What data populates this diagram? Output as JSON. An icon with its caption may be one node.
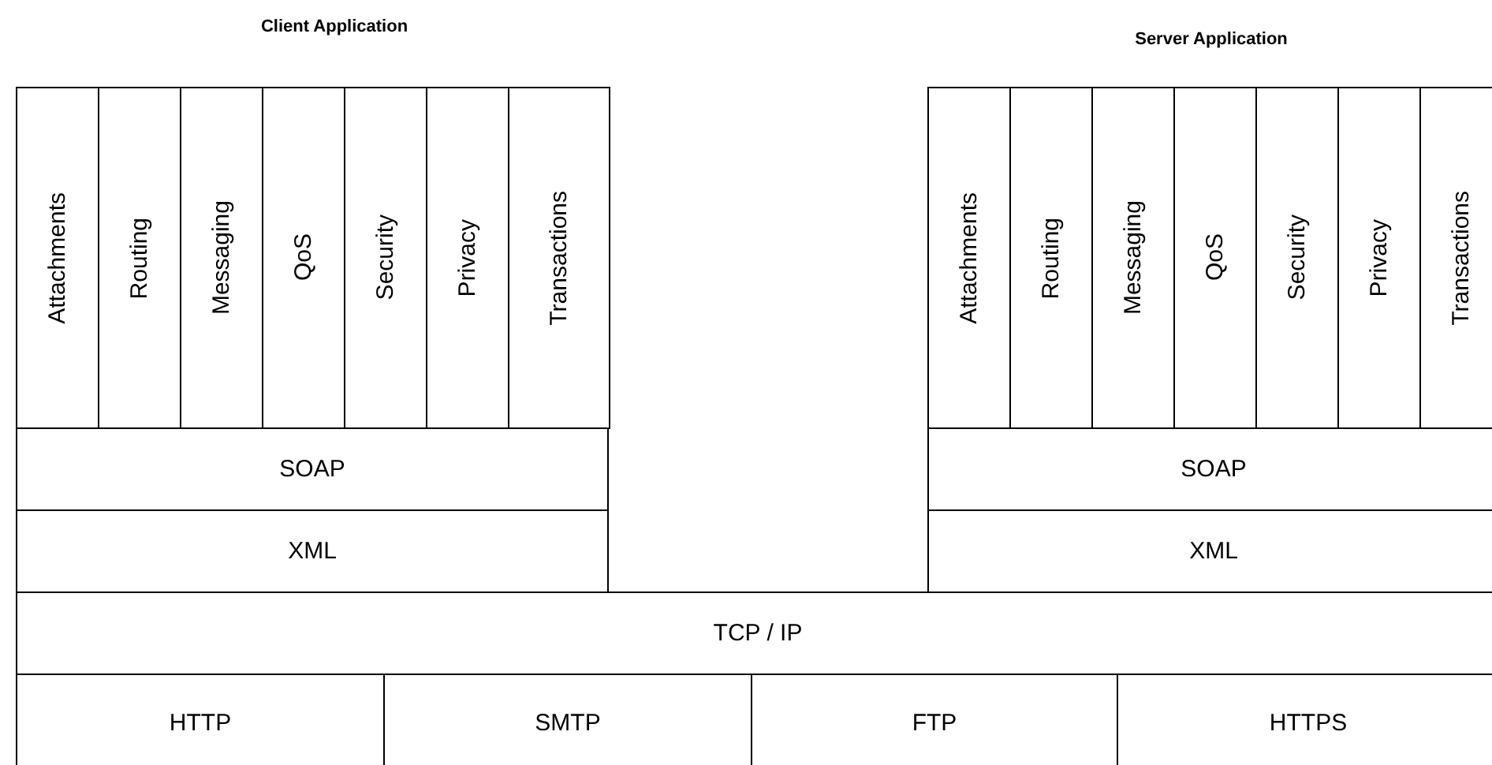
{
  "diagram": {
    "nodes": [
      {
        "text": [
          "Attachments"
        ]
      },
      {
        "text": [
          "Routing"
        ]
      },
      {
        "text": [
          "Messaging"
        ]
      },
      {
        "text": [
          "QoS"
        ]
      },
      {
        "text": [
          "Security"
        ]
      },
      {
        "text": [
          "Privacy"
        ]
      },
      {
        "text": [
          "Transactions"
        ]
      },
      {
        "text": [
          "SOAP"
        ]
      },
      {
        "text": [
          "XML"
        ]
      },
      {
        "text": [
          "Attachments"
        ]
      },
      {
        "text": [
          "Routing"
        ]
      },
      {
        "text": [
          "Messaging"
        ]
      },
      {
        "text": [
          "QoS"
        ]
      },
      {
        "text": [
          "Security"
        ]
      },
      {
        "text": [
          "Privacy"
        ]
      },
      {
        "text": [
          "Transactions"
        ]
      },
      {
        "text": [
          "SOAP"
        ]
      },
      {
        "text": [
          "XML"
        ]
      },
      {
        "text": [
          "TCP / IP"
        ]
      },
      {
        "text": [
          "HTTP"
        ]
      },
      {
        "text": [
          "SMTP"
        ]
      },
      {
        "text": [
          "FTP"
        ]
      },
      {
        "text": [
          "HTTPS"
        ]
      }
    ],
    "labels": [
      "Client Application",
      "Server Application"
    ]
  }
}
